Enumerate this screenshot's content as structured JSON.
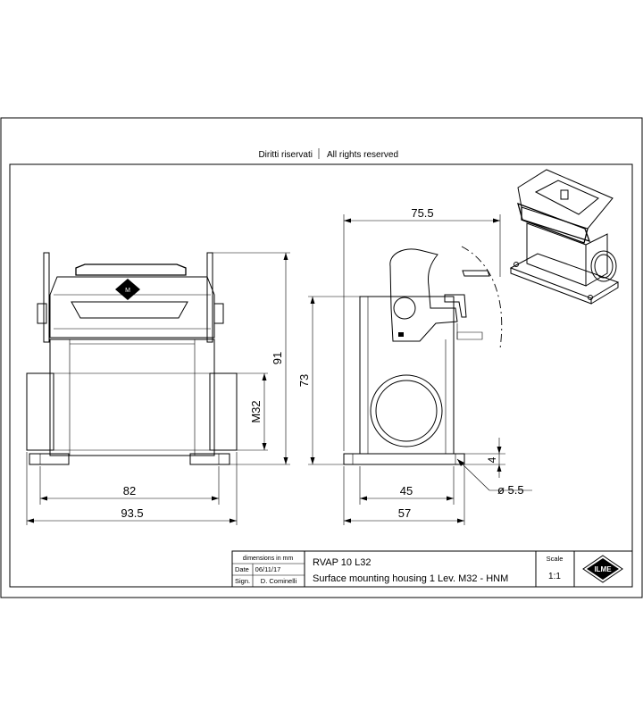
{
  "header": {
    "rights_it": "Diritti riservati",
    "rights_en": "All rights reserved"
  },
  "dimensions": {
    "front_width_82": "82",
    "front_width_93_5": "93.5",
    "thread_m32": "M32",
    "height_91": "91",
    "height_73": "73",
    "side_width_75_5": "75.5",
    "side_width_45": "45",
    "side_width_57": "57",
    "flange_4": "4",
    "hole_5_5": "ø 5.5"
  },
  "title_block": {
    "units_note": "dimensions in mm",
    "date_label": "Date",
    "date_value": "06/11/17",
    "sign_label": "Sign.",
    "sign_value": "D. Cominelli",
    "part_code": "RVAP 10 L32",
    "description": "Surface mounting housing 1 Lev. M32 - HNM",
    "scale_label": "Scale",
    "scale_value": "1:1",
    "logo_text": "ILME"
  },
  "colors": {
    "line": "#000000",
    "paper": "#ffffff",
    "housing_fill": "#f0f0f0"
  }
}
